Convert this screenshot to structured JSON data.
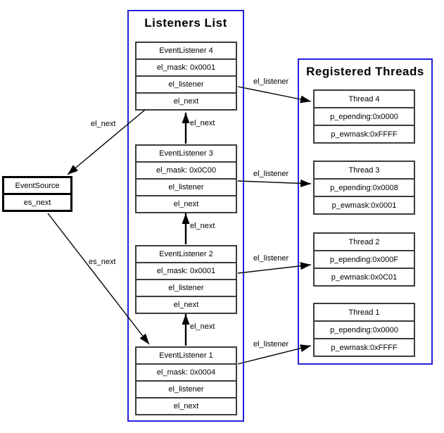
{
  "listeners_list": {
    "title": "Listeners List",
    "nodes": [
      {
        "title": "EventListener 4",
        "rows": [
          "el_mask: 0x0001",
          "el_listener",
          "el_next"
        ]
      },
      {
        "title": "EventListener 3",
        "rows": [
          "el_mask: 0x0C00",
          "el_listener",
          "el_next"
        ]
      },
      {
        "title": "EventListener 2",
        "rows": [
          "el_mask: 0x0001",
          "el_listener",
          "el_next"
        ]
      },
      {
        "title": "EventListener 1",
        "rows": [
          "el_mask: 0x0004",
          "el_listener",
          "el_next"
        ]
      }
    ]
  },
  "registered_threads": {
    "title": "Registered Threads",
    "nodes": [
      {
        "title": "Thread 4",
        "rows": [
          "p_epending:0x0000",
          "p_ewmask:0xFFFF"
        ]
      },
      {
        "title": "Thread 3",
        "rows": [
          "p_epending:0x0008",
          "p_ewmask:0x0001"
        ]
      },
      {
        "title": "Thread 2",
        "rows": [
          "p_epending:0x000F",
          "p_ewmask:0x0C01"
        ]
      },
      {
        "title": "Thread 1",
        "rows": [
          "p_epending:0x0000",
          "p_ewmask:0xFFFF"
        ]
      }
    ]
  },
  "event_source": {
    "title": "EventSource",
    "rows": [
      "es_next"
    ]
  },
  "edges": [
    {
      "from": "eventlistener-4.el_next",
      "to": "event-source",
      "label": "el_next"
    },
    {
      "from": "eventlistener-3.el_next",
      "to": "eventlistener-4",
      "label": "el_next"
    },
    {
      "from": "eventlistener-2.el_next",
      "to": "eventlistener-3",
      "label": "el_next"
    },
    {
      "from": "eventlistener-1.el_next",
      "to": "eventlistener-2",
      "label": "el_next"
    },
    {
      "from": "event-source.es_next",
      "to": "eventlistener-1",
      "label": "es_next"
    },
    {
      "from": "eventlistener-4.el_listener",
      "to": "thread-4",
      "label": "el_listener"
    },
    {
      "from": "eventlistener-3.el_listener",
      "to": "thread-3",
      "label": "el_listener"
    },
    {
      "from": "eventlistener-2.el_listener",
      "to": "thread-2",
      "label": "el_listener"
    },
    {
      "from": "eventlistener-1.el_listener",
      "to": "thread-1",
      "label": "el_listener"
    }
  ],
  "colors": {
    "container_border": "#2222dd",
    "node_border": "#3c3c3c",
    "event_source_border": "#000000",
    "arrow": "#000000",
    "background": "#ffffff"
  }
}
